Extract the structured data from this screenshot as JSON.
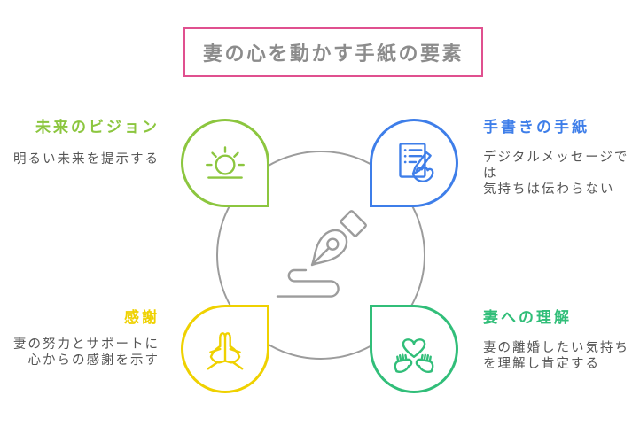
{
  "title": {
    "text": "妻の心を動かす手紙の要素",
    "box_style": "border-color:#E0508F",
    "text_style": "color:#8C8C8C",
    "border_color": "#E0508F",
    "text_color": "#8C8C8C"
  },
  "center": {
    "icon": "pen-nib-icon",
    "circle_color": "#9C9C9C",
    "circle_style": "border-color:#9C9C9C",
    "pen_color": "#9C9C9C"
  },
  "items": [
    {
      "id": "future-vision",
      "position": "top-left",
      "label": "未来のビジョン",
      "desc": "明るい未来を提示する",
      "icon": "sunrise-icon",
      "color": "#8CC63F",
      "drop_style": "border-color:#8CC63F",
      "label_style": "color:#8CC63F"
    },
    {
      "id": "handwritten-letter",
      "position": "top-right",
      "label": "手書きの手紙",
      "desc": "デジタルメッセージでは\n気持ちは伝わらない",
      "icon": "writing-hand-icon",
      "color": "#3E7EE9",
      "drop_style": "border-color:#3E7EE9",
      "label_style": "color:#3E7EE9"
    },
    {
      "id": "gratitude",
      "position": "bottom-left",
      "label": "感謝",
      "desc": "妻の努力とサポートに\n心からの感謝を示す",
      "icon": "praying-hands-icon",
      "color": "#EFD100",
      "drop_style": "border-color:#EFD100",
      "label_style": "color:#EFD100"
    },
    {
      "id": "understanding-wife",
      "position": "bottom-right",
      "label": "妻への理解",
      "desc": "妻の離婚したい気持ち\nを理解し肯定する",
      "icon": "hands-heart-icon",
      "color": "#31BE79",
      "drop_style": "border-color:#31BE79",
      "label_style": "color:#31BE79"
    }
  ]
}
